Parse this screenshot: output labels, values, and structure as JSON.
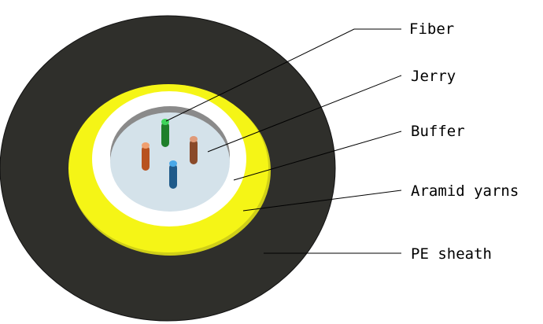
{
  "labels": {
    "fiber": "Fiber",
    "jerry": "Jerry",
    "buffer": "Buffer",
    "aramid_yarns": "Aramid yarns",
    "pe_sheath": "PE sheath"
  },
  "colors": {
    "pe_sheath": "#2f2f2b",
    "aramid_yarns": "#f5f516",
    "aramid_yarns_shadow": "#cfcf18",
    "buffer": "#ffffff",
    "jerry": "#d4e2ea",
    "fiber_green": "#1e7f2a",
    "fiber_brown": "#8a4a2a",
    "fiber_orange": "#b8521f",
    "fiber_blue": "#1f5a8a",
    "leader_line": "#000000"
  }
}
